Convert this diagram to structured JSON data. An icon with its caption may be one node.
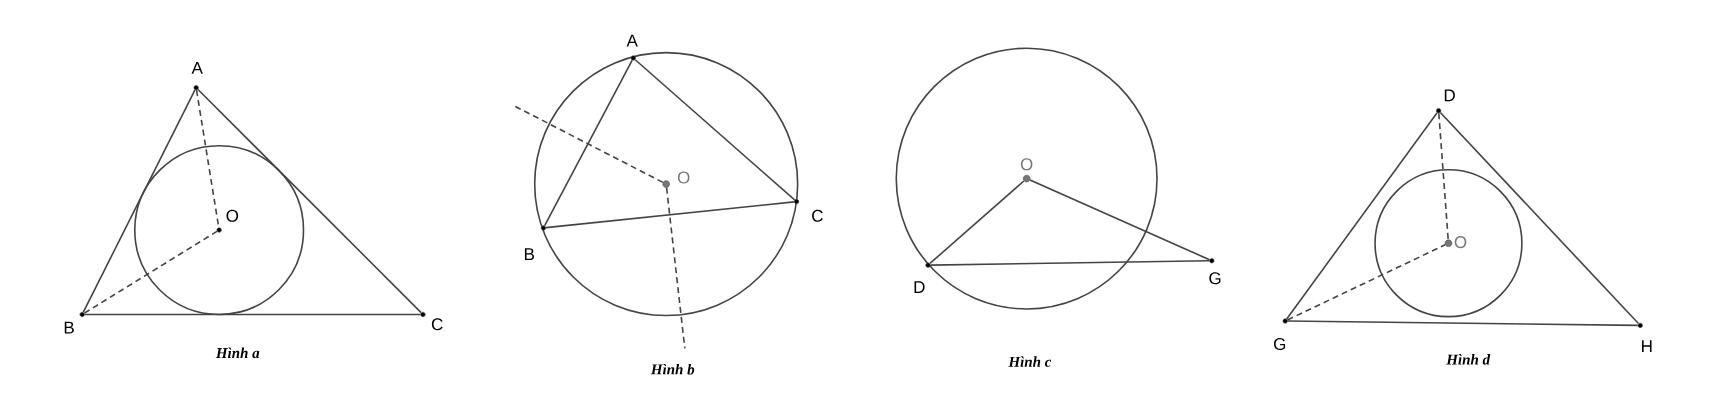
{
  "diagram": {
    "nodes": [
      {
        "text": [
          "A"
        ]
      },
      {
        "text": [
          "B"
        ]
      },
      {
        "text": [
          "C"
        ]
      },
      {
        "text": [
          "O"
        ]
      },
      {
        "text": [
          "A"
        ]
      },
      {
        "text": [
          "B"
        ]
      },
      {
        "text": [
          "C"
        ]
      },
      {
        "text": [
          "O"
        ]
      },
      {
        "text": [
          "O"
        ]
      },
      {
        "text": [
          "D"
        ]
      },
      {
        "text": [
          "G"
        ]
      },
      {
        "text": [
          "D"
        ]
      },
      {
        "text": [
          "G"
        ]
      },
      {
        "text": [
          "H"
        ]
      },
      {
        "text": [
          "O"
        ]
      }
    ],
    "edges": [
      {
        "from": 0,
        "to": 1,
        "arrow": "none"
      },
      {
        "from": 0,
        "to": 2,
        "arrow": "none"
      },
      {
        "from": 1,
        "to": 2,
        "arrow": "none"
      },
      {
        "from": 0,
        "to": 3,
        "arrow": "none",
        "style": "dashed"
      },
      {
        "from": 1,
        "to": 3,
        "arrow": "none",
        "style": "dashed"
      },
      {
        "from": 4,
        "to": 5,
        "arrow": "none"
      },
      {
        "from": 4,
        "to": 6,
        "arrow": "none"
      },
      {
        "from": 5,
        "to": 6,
        "arrow": "none"
      },
      {
        "from": 7,
        "to": null,
        "arrow": "none",
        "style": "dashed"
      },
      {
        "from": 7,
        "to": null,
        "arrow": "none",
        "style": "dashed"
      },
      {
        "from": 8,
        "to": 9,
        "arrow": "none"
      },
      {
        "from": 8,
        "to": 10,
        "arrow": "none"
      },
      {
        "from": 9,
        "to": 10,
        "arrow": "none"
      },
      {
        "from": 11,
        "to": 12,
        "arrow": "none"
      },
      {
        "from": 11,
        "to": 13,
        "arrow": "none"
      },
      {
        "from": 12,
        "to": 13,
        "arrow": "none"
      },
      {
        "from": 11,
        "to": 14,
        "arrow": "none",
        "style": "dashed"
      },
      {
        "from": 12,
        "to": 14,
        "arrow": "none",
        "style": "dashed"
      }
    ],
    "labels": [
      "Hình a",
      "Hình b",
      "Hình c",
      "Hình d"
    ]
  }
}
